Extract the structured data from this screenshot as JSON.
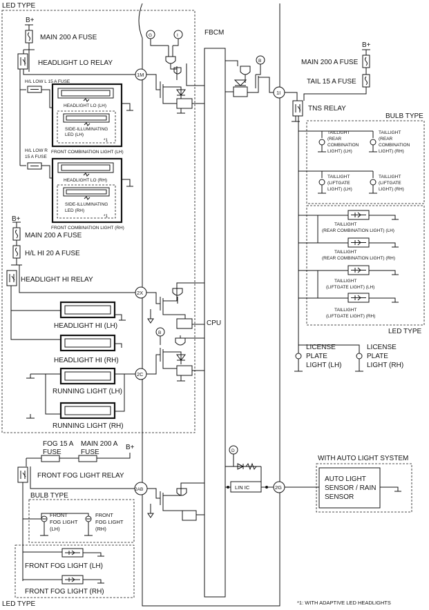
{
  "header": {
    "led_type_top": "LED TYPE",
    "led_type_bottom": "LED TYPE",
    "fbcm": "FBCM",
    "cpu": "CPU",
    "lin_ic": "LIN IC",
    "footnote": "*1: WITH ADAPTIVE LED HEADLIGHTS"
  },
  "connectors": {
    "c1m": "1M",
    "c1i": "1I",
    "c2x": "2X",
    "c2c": "2C",
    "c2ab": "2AB",
    "c2g": "2G",
    "g": "G",
    "i": "I",
    "b1": "B",
    "b2": "B",
    "d": "D"
  },
  "supply": {
    "bplus_1": "B+",
    "bplus_2": "B+",
    "bplus_3": "B+",
    "bplus_4": "B+"
  },
  "left": {
    "main_fuse_1": "MAIN 200 A FUSE",
    "lo_relay": "HEADLIGHT LO RELAY",
    "hl_low_l_fuse": "H/L LOW L 15 A FUSE",
    "hl_low_r_fuse_1": "H/L LOW R",
    "hl_low_r_fuse_2": "15 A FUSE",
    "headlight_lo_lh": "HEADLIGHT LO (LH)",
    "side_led_lh_1": "SIDE-ILLUMINATING",
    "side_led_lh_2": "LED (LH)",
    "note_star_1": "*1",
    "fcl_lh": "FRONT COMBINATION LIGHT (LH)",
    "headlight_lo_rh": "HEADLIGHT LO (RH)",
    "side_led_rh_1": "SIDE-ILLUMINATING",
    "side_led_rh_2": "LED (RH)",
    "note_star_2": "*1",
    "fcl_rh": "FRONT COMBINATION LIGHT (RH)",
    "main_fuse_2": "MAIN 200 A FUSE",
    "hl_hi_fuse": "H/L HI 20 A FUSE",
    "hi_relay": "HEADLIGHT HI RELAY",
    "headlight_hi_lh": "HEADLIGHT HI (LH)",
    "headlight_hi_rh": "HEADLIGHT HI (RH)",
    "running_lh": "RUNNING LIGHT (LH)",
    "running_rh": "RUNNING LIGHT (RH)",
    "fog_fuse_1": "FOG 15 A",
    "fog_fuse_2": "FUSE",
    "main_fuse_3a": "MAIN 200 A",
    "main_fuse_3b": "FUSE",
    "fog_relay": "FRONT FOG LIGHT RELAY",
    "bulb_type": "BULB TYPE",
    "fog_lh_1": "FRONT",
    "fog_lh_2": "FOG LIGHT",
    "fog_lh_3": "(LH)",
    "fog_rh_1": "FRONT",
    "fog_rh_2": "FOG LIGHT",
    "fog_rh_3": "(RH)",
    "fog_led_lh": "FRONT FOG LIGHT (LH)",
    "fog_led_rh": "FRONT FOG LIGHT (RH)"
  },
  "right": {
    "main_fuse": "MAIN 200 A FUSE",
    "tail_fuse": "TAIL 15 A FUSE",
    "tns_relay": "TNS RELAY",
    "bulb_type": "BULB TYPE",
    "led_type": "LED TYPE",
    "tl_rc_lh": [
      "TAILLIGHT",
      "(REAR",
      "COMBINATION",
      "LIGHT) (LH)"
    ],
    "tl_rc_rh": [
      "TAILLIGHT",
      "(REAR",
      "COMBINATION",
      "LIGHT) (RH)"
    ],
    "tl_lg_lh": [
      "TAILLIGHT",
      "(LIFTGATE",
      "LIGHT) (LH)"
    ],
    "tl_lg_rh": [
      "TAILLIGHT",
      "(LIFTGATE",
      "LIGHT) (RH)"
    ],
    "led_tl_rc_lh": [
      "TAILLIGHT",
      "(REAR COMBINATION LIGHT) (LH)"
    ],
    "led_tl_rc_rh": [
      "TAILLIGHT",
      "(REAR COMBINATION LIGHT) (RH)"
    ],
    "led_tl_lg_lh": [
      "TAILLIGHT",
      "(LIFTGATE LIGHT) (LH)"
    ],
    "led_tl_lg_rh": [
      "TAILLIGHT",
      "(LIFTGATE LIGHT) (RH)"
    ],
    "license_lh": [
      "LICENSE",
      "PLATE",
      "LIGHT (LH)"
    ],
    "license_rh": [
      "LICENSE",
      "PLATE",
      "LIGHT (RH)"
    ],
    "auto_light_title": "WITH AUTO LIGHT SYSTEM",
    "auto_light_1": "AUTO LIGHT",
    "auto_light_2": "SENSOR / RAIN",
    "auto_light_3": "SENSOR"
  }
}
